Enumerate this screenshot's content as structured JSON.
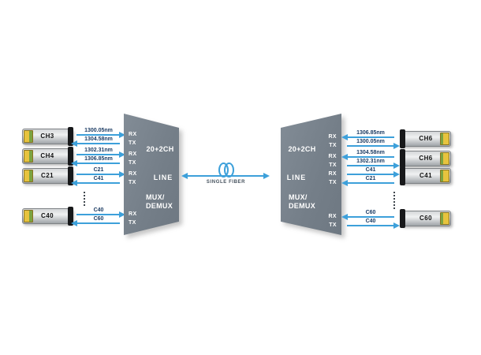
{
  "labels": {
    "rx": "RX",
    "tx": "TX"
  },
  "left_mux": {
    "channels": "20+2CH",
    "line": "LINE",
    "mux_line1": "MUX/",
    "mux_line2": "DEMUX"
  },
  "right_mux": {
    "channels": "20+2CH",
    "line": "LINE",
    "mux_line1": "MUX/",
    "mux_line2": "DEMUX"
  },
  "center": {
    "fiber_label": "SINGLE FIBER"
  },
  "left_rows": [
    {
      "module": "CH3",
      "top_label": "1300.05nm",
      "bottom_label": "1304.58nm"
    },
    {
      "module": "CH4",
      "top_label": "1302.31nm",
      "bottom_label": "1306.85nm"
    },
    {
      "module": "C21",
      "top_label": "C21",
      "bottom_label": "C41"
    },
    {
      "module": "C40",
      "top_label": "C40",
      "bottom_label": "C60"
    }
  ],
  "right_rows": [
    {
      "module": "CH6",
      "top_label": "1306.85nm",
      "bottom_label": "1300.05nm"
    },
    {
      "module": "CH6",
      "top_label": "1304.58nm",
      "bottom_label": "1302.31nm"
    },
    {
      "module": "C41",
      "top_label": "C41",
      "bottom_label": "C21"
    },
    {
      "module": "C60",
      "top_label": "C60",
      "bottom_label": "C40"
    }
  ],
  "colors": {
    "arrow_blue": "#3da0da",
    "mux_gray": "#78828c",
    "wavelength_text": "#1c3c64",
    "latch_yellow": "#e7c33e",
    "latch_green": "#7ca340"
  }
}
